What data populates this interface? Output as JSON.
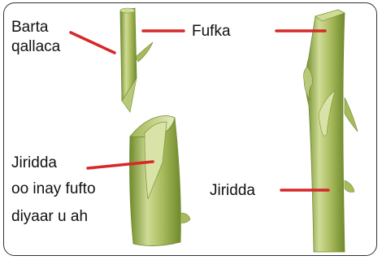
{
  "labels": {
    "scion_top": [
      "Barta",
      "qallaca"
    ],
    "bark": "Fufka",
    "rootstock_cut": [
      "Jiridda",
      "oo inay fufto",
      "diyaar u ah"
    ],
    "rootstock": "Jiridda"
  },
  "colors": {
    "leader_line": "#d62828",
    "stem_light": "#cfdc96",
    "stem_mid": "#a7ba5c",
    "stem_dark": "#6f8a2c"
  }
}
